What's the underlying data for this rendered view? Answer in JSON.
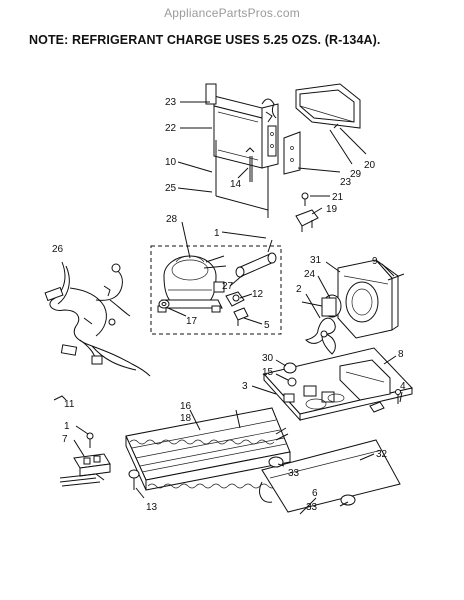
{
  "watermark": "AppliancePartsPros.com",
  "note": "NOTE: REFRIGERANT CHARGE USES 5.25 OZS. (R-134A).",
  "callouts": {
    "c23a": "23",
    "c22": "22",
    "c10": "10",
    "c25": "25",
    "c14": "14",
    "c20": "20",
    "c29": "29",
    "c23b": "23",
    "c21": "21",
    "c19": "19",
    "c28": "28",
    "c1a": "1",
    "c26": "26",
    "c27": "27",
    "c12": "12",
    "c17": "17",
    "c5": "5",
    "c31": "31",
    "c24": "24",
    "c9": "9",
    "c2": "2",
    "c30": "30",
    "c15": "15",
    "c8": "8",
    "c3": "3",
    "c4": "4",
    "c11": "11",
    "c1b": "1",
    "c7": "7",
    "c16": "16",
    "c18": "18",
    "c32": "32",
    "c33a": "33",
    "c6": "6",
    "c33b": "33",
    "c13": "13"
  }
}
